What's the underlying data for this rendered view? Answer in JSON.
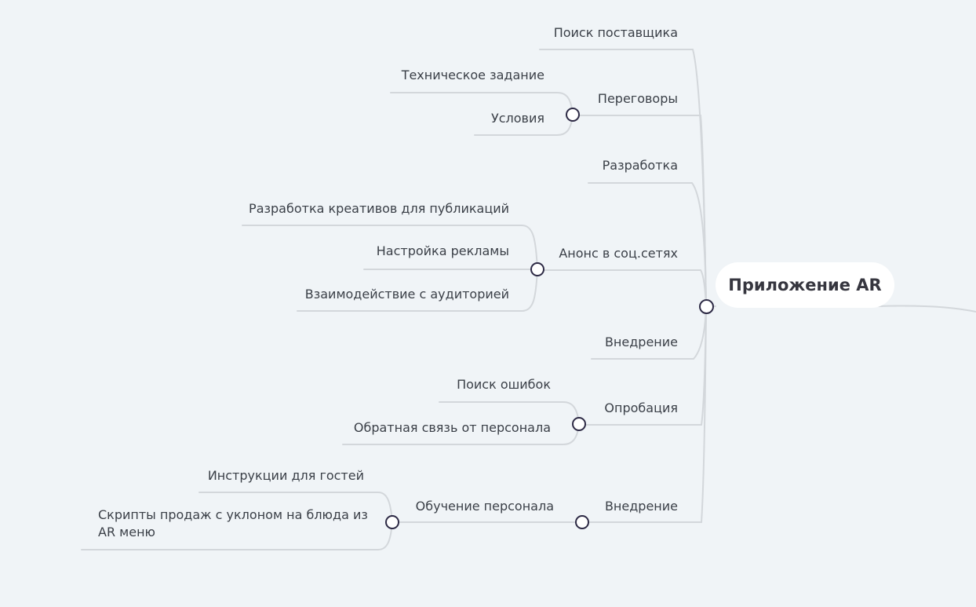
{
  "root": {
    "label": "Приложение AR"
  },
  "nodes": {
    "poisk_postavshika": "Поиск поставщика",
    "peregovory": "Переговоры",
    "tech_zadanie": "Техническое задание",
    "usloviya": "Условия",
    "razrabotka": "Разработка",
    "anons": "Анонс в соц.сетях",
    "kreativy": "Разработка креативов для публикаций",
    "reklama": "Настройка рекламы",
    "auditoriya": "Взаимодействие с аудиторией",
    "vnedrenie_1": "Внедрение",
    "oprobaciya": "Опробация",
    "poisk_oshibok": "Поиск ошибок",
    "obratnaya_svyaz": "Обратная связь от персонала",
    "vnedrenie_2": "Внедрение",
    "obuchenie": "Обучение персонала",
    "instrukcii": "Инструкции для гостей",
    "skripty": "Скрипты продаж с уклоном на блюда из AR меню"
  },
  "colors": {
    "background": "#f0f4f7",
    "connector": "#d3d7db",
    "toggle_border": "#2d2a45",
    "text": "#3a3f47"
  }
}
